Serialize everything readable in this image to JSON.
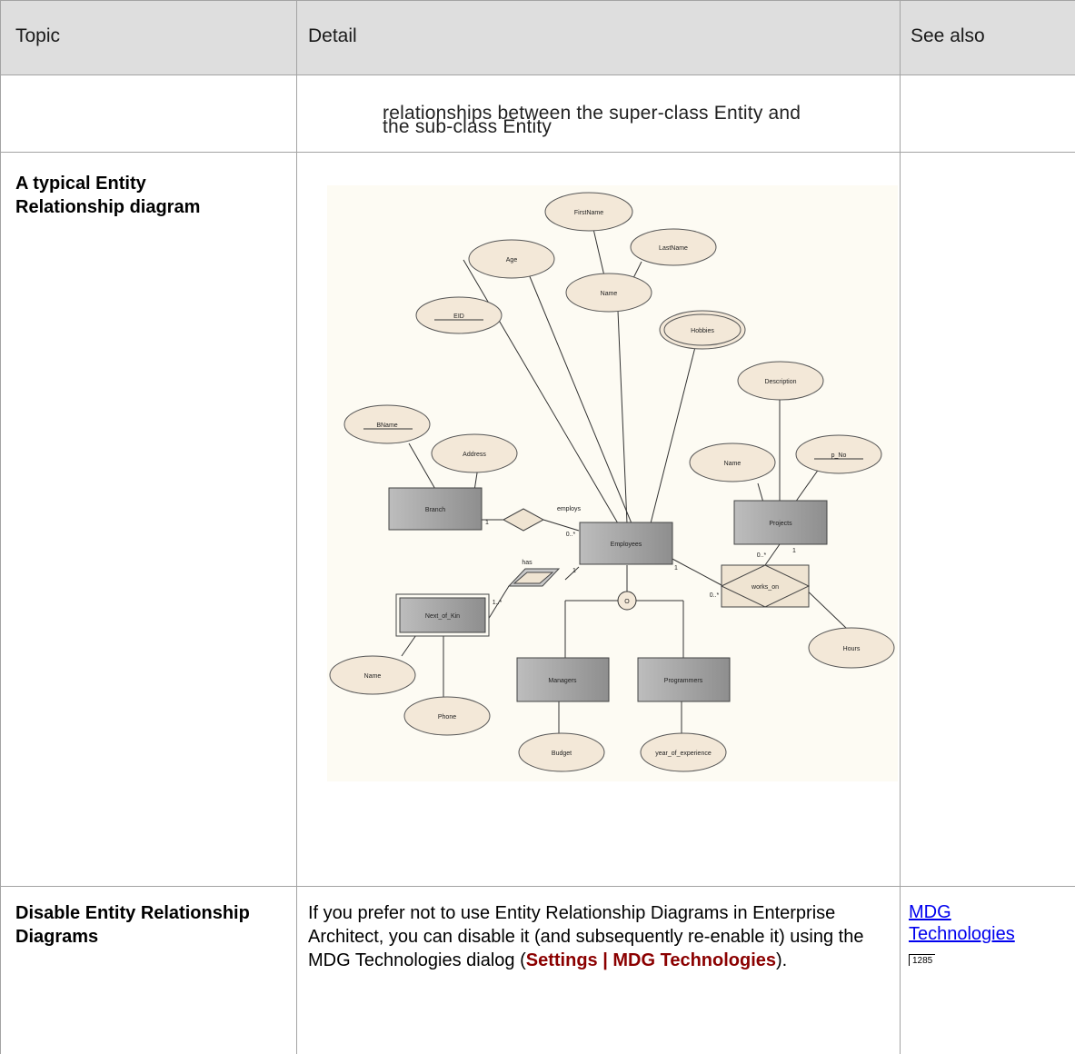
{
  "table": {
    "headers": {
      "topic": "Topic",
      "detail": "Detail",
      "see_also": "See also"
    },
    "continuation": {
      "line1": "relationships between the super-class Entity and",
      "line2": "the sub-class Entity"
    },
    "row1": {
      "topic_line1": "A typical Entity",
      "topic_line2": "Relationship diagram"
    },
    "row2": {
      "topic_line1": "Disable Entity Relationship",
      "topic_line2": "Diagrams",
      "detail_text1": "If you prefer not to use Entity Relationship Diagrams in Enterprise Architect, you can disable it (and subsequently re-enable it) using the MDG Technologies dialog (",
      "detail_bold": "Settings | MDG Technologies",
      "detail_text2": ").",
      "see_also_line1": "MDG",
      "see_also_line2": "Technologies",
      "see_also_page": "1285"
    }
  },
  "diagram": {
    "attributes": {
      "firstname": "FirstName",
      "lastname": "LastName",
      "age": "Age",
      "name": "Name",
      "eid": "EID",
      "hobbies": "Hobbies",
      "bname": "BName",
      "address": "Address",
      "description": "Description",
      "proj_name": "Name",
      "p_no": "p_No",
      "hours": "Hours",
      "nok_name": "Name",
      "phone": "Phone",
      "budget": "Budget",
      "year_of_experience": "year_of_experience"
    },
    "entities": {
      "branch": "Branch",
      "employees": "Employees",
      "projects": "Projects",
      "next_of_kin": "Next_of_Kin",
      "managers": "Managers",
      "programmers": "Programmers"
    },
    "relationships": {
      "employs": "employs",
      "has": "has",
      "works_on": "works_on"
    },
    "specialization": "O",
    "multiplicities": {
      "branch_employs": "1",
      "employs_employees": "0..*",
      "employees_has": "1",
      "has_nok": "1..*",
      "employees_works": "1",
      "works_on_left": "0..*",
      "projects_works_left": "0..*",
      "projects_works_right": "1"
    }
  }
}
